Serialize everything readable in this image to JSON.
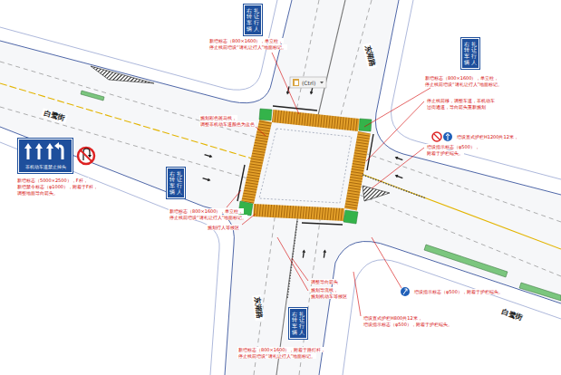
{
  "diagram": {
    "nodes": [
      {
        "text": [
          "右转车辆",
          "礼让行人"
        ]
      },
      {
        "text": [
          "右转车辆",
          "礼让行人"
        ]
      },
      {
        "text": [
          "右转车辆",
          "礼让行人"
        ]
      },
      {
        "text": [
          "右转车辆",
          "礼让行人"
        ]
      },
      {
        "text": [
          "非机动车道禁止掉头"
        ]
      }
    ],
    "labels": [
      "新增标志（800×1600），单立柱，",
      "停止线前增设“请礼让行人”地面标记。",
      "(Ctrl)",
      "东湖路",
      "新增标志（800×1600），单立柱，",
      "停止线前增设“请礼让行人”地面标记。",
      "停止线前移，调整车道，非机动车",
      "过街通道，导向箭头重新施划",
      "白鹭街",
      "施划彩色斑马线，",
      "调整非机动车道颜色为蓝色",
      "增设直式护栏H1200共12米，",
      "增设指示标志（φ500），",
      "附着于护栏端头。",
      "新增标志（5000×2500），F杆，",
      "新增禁令标志（φ1000），附着于F杆，",
      "调整地面导向箭头。",
      "新增标志（800×1600），单立柱，",
      "停止线前增设“请礼让行人”地面标记。",
      "施划行人等候区",
      "调整导向箭头",
      "施划导流线，",
      "施划机动车等候区",
      "增设指示标志（φ500），附着于护栏端头。",
      "增设直式护栏H800共12米，",
      "增设指示标志（φ500），附着于护栏端头。",
      "东湖路",
      "白鹭街",
      "新增标志（800×1600），附着于路灯杆，",
      "停止线前增设“请礼让行人”地面标记。"
    ]
  }
}
